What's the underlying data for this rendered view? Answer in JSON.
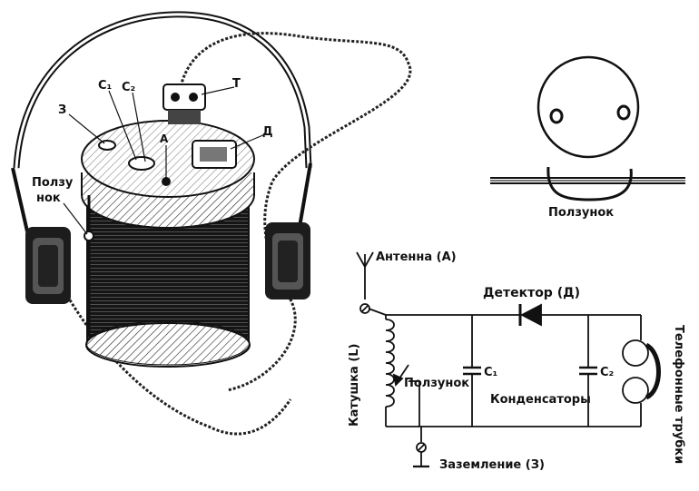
{
  "illustration": {
    "labels": {
      "earth_terminal": "З",
      "capacitor_1": "C₁",
      "capacitor_2": "C₂",
      "phones_terminal": "Т",
      "antenna_terminal": "А",
      "detector_terminal": "Д",
      "slider_line1": "Ползу",
      "slider_line2": "нок"
    }
  },
  "slider_detail": {
    "caption": "Ползунок"
  },
  "schematic": {
    "antenna": "Антенна (А)",
    "detector": "Детектор (Д)",
    "coil": "Катушка (L)",
    "slider": "Ползунок",
    "c1": "C₁",
    "c2": "C₂",
    "capacitors": "Конденсаторы",
    "phones": "Телефонные трубки",
    "ground": "Заземление (З)"
  },
  "colors": {
    "ink": "#111111",
    "paper": "#ffffff"
  }
}
